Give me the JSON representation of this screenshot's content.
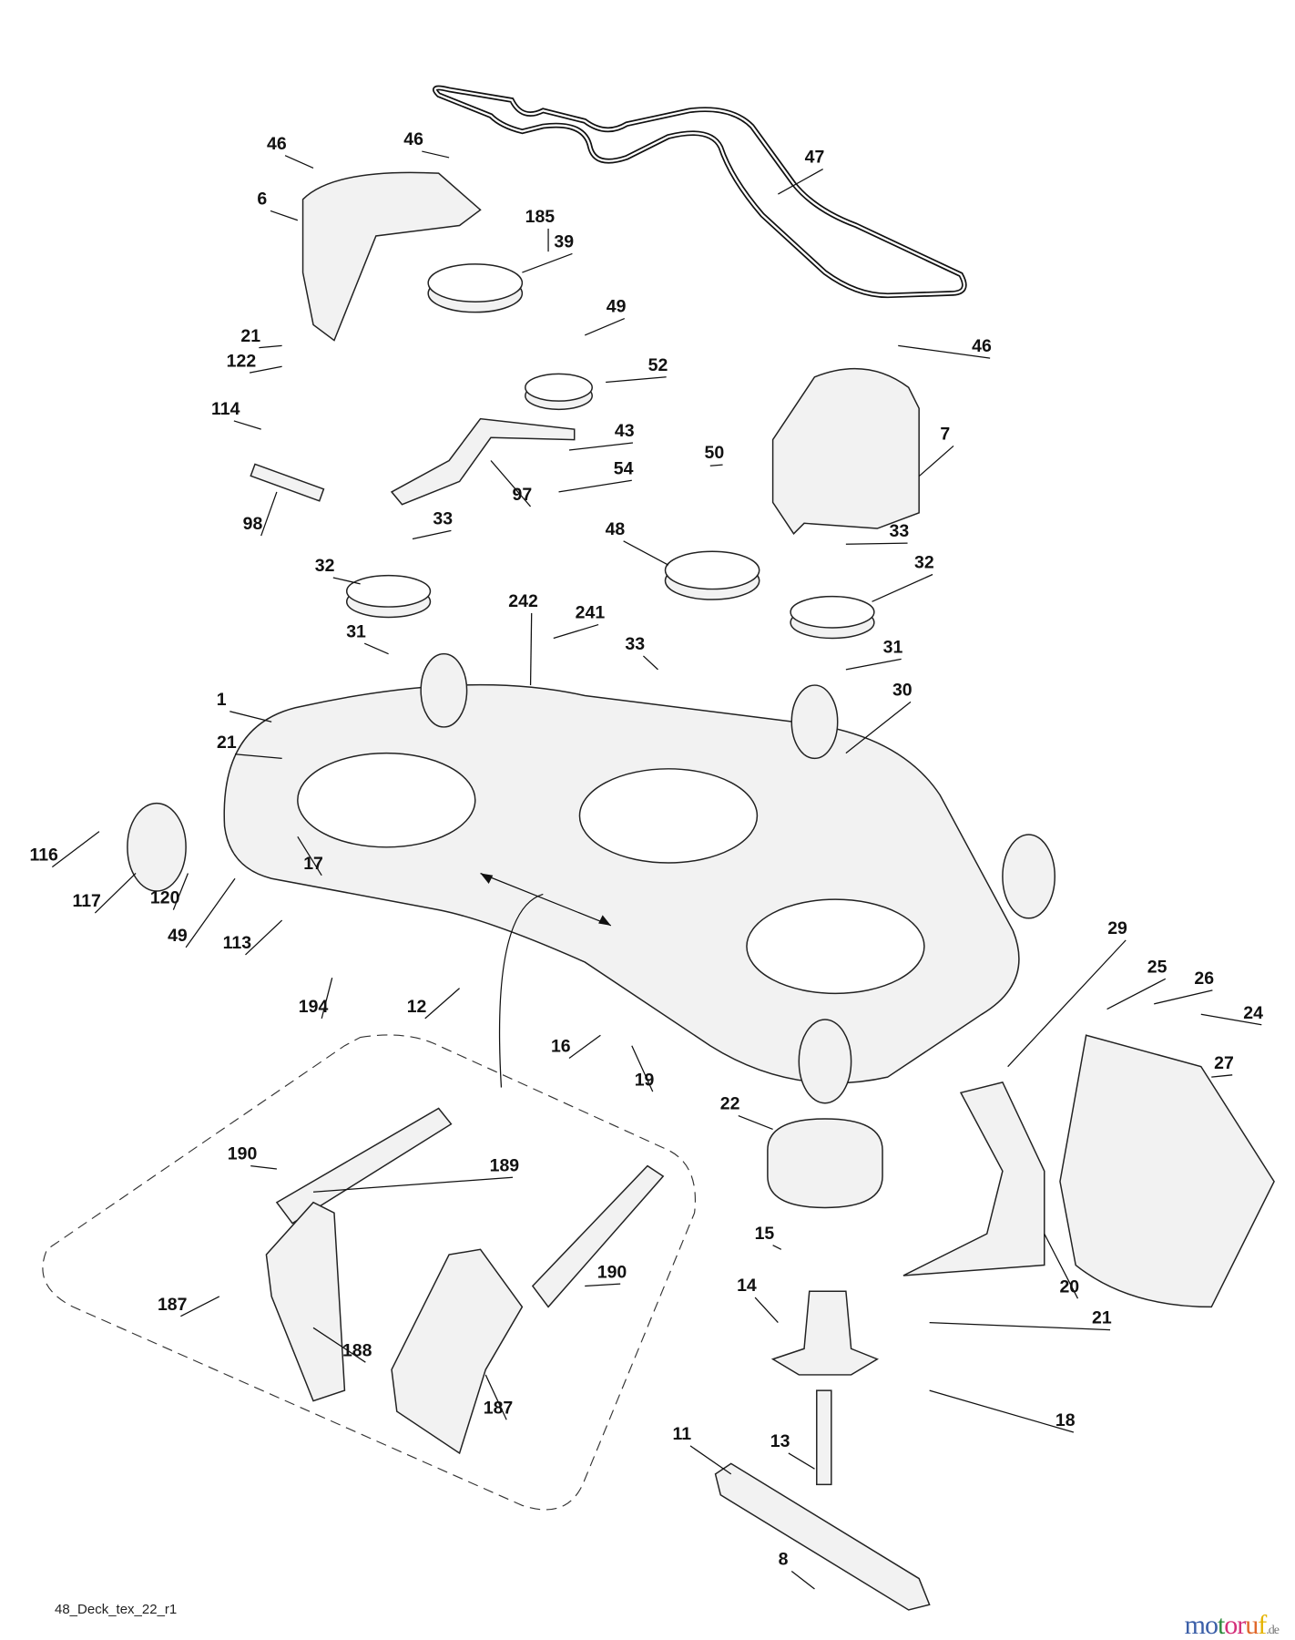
{
  "diagram": {
    "title_code": "48_Deck_tex_22_r1",
    "watermark": {
      "text": "motoruf",
      "suffix": ".de",
      "colors": [
        "#3b5fa8",
        "#2e8b3d",
        "#d4307a",
        "#e0682a",
        "#e5b400"
      ]
    },
    "callouts": [
      "46",
      "46",
      "47",
      "6",
      "185",
      "39",
      "49",
      "21",
      "122",
      "52",
      "114",
      "43",
      "46",
      "7",
      "50",
      "54",
      "97",
      "98",
      "33",
      "48",
      "33",
      "32",
      "32",
      "242",
      "241",
      "33",
      "31",
      "31",
      "30",
      "1",
      "21",
      "116",
      "17",
      "117",
      "120",
      "49",
      "113",
      "194",
      "12",
      "16",
      "19",
      "29",
      "25",
      "26",
      "24",
      "27",
      "22",
      "190",
      "189",
      "15",
      "190",
      "20",
      "187",
      "14",
      "188",
      "21",
      "187",
      "18",
      "13",
      "11",
      "8"
    ]
  }
}
